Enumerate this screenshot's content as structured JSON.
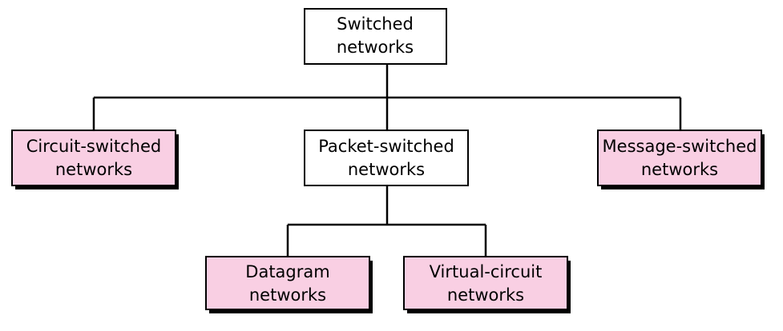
{
  "diagram": {
    "colors": {
      "root_fill": "#ffffff",
      "branch_fill": "#ffffff",
      "leaf_fill": "#f9cfe3",
      "line": "#000000",
      "text": "#000000"
    },
    "nodes": {
      "root": {
        "line1": "Switched",
        "line2": "networks"
      },
      "circuit": {
        "line1": "Circuit-switched",
        "line2": "networks"
      },
      "packet": {
        "line1": "Packet-switched",
        "line2": "networks"
      },
      "message": {
        "line1": "Message-switched",
        "line2": "networks"
      },
      "datagram": {
        "line1": "Datagram",
        "line2": "networks"
      },
      "virtual": {
        "line1": "Virtual-circuit",
        "line2": "networks"
      }
    },
    "edges": [
      {
        "from": "root",
        "to": "circuit"
      },
      {
        "from": "root",
        "to": "packet"
      },
      {
        "from": "root",
        "to": "message"
      },
      {
        "from": "packet",
        "to": "datagram"
      },
      {
        "from": "packet",
        "to": "virtual"
      }
    ]
  }
}
